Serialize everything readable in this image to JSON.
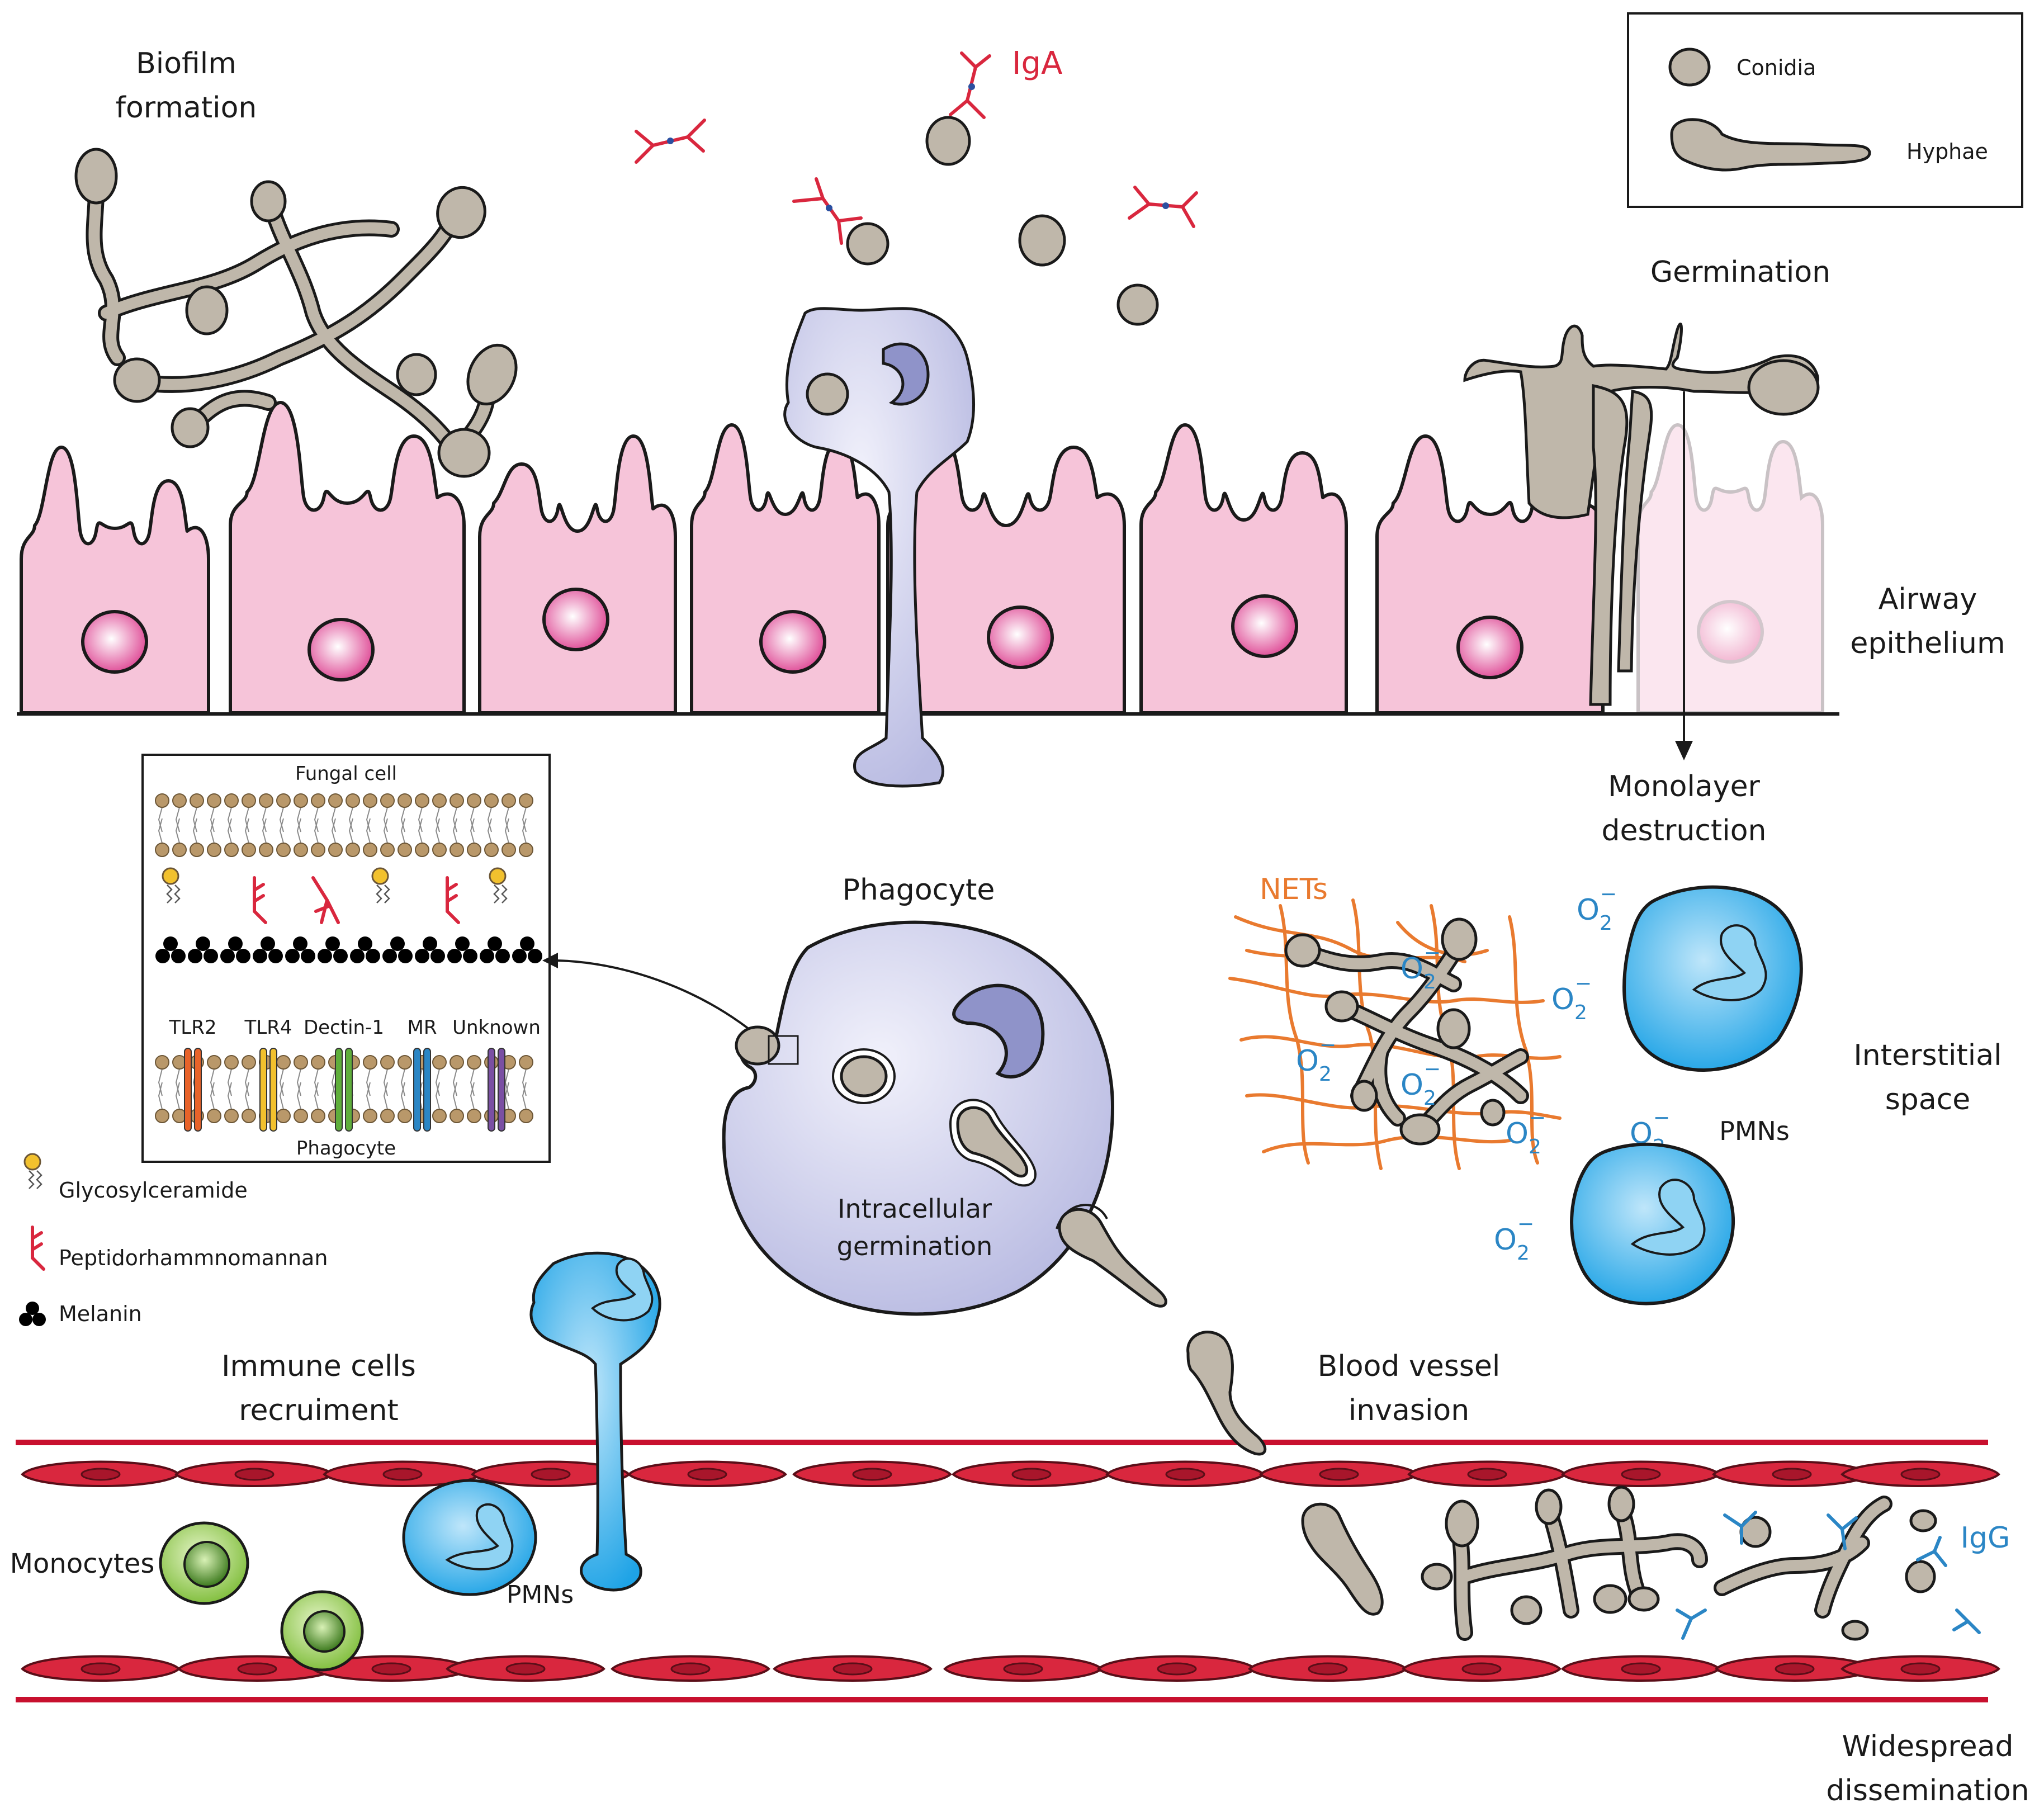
{
  "labels": {
    "biofilm_line1": "Biofilm",
    "biofilm_line2": "formation",
    "iga": "IgA",
    "germination": "Germination",
    "airway_line1": "Airway",
    "airway_line2": "epithelium",
    "monolayer_line1": "Monolayer",
    "monolayer_line2": "destruction",
    "phagocyte": "Phagocyte",
    "intracellular_line1": "Intracellular",
    "intracellular_line2": "germination",
    "nets": "NETs",
    "interstitial_line1": "Interstitial",
    "interstitial_line2": "space",
    "pmns_right": "PMNs",
    "immune_line1": "Immune cells",
    "immune_line2": "recruiment",
    "blood_line1": "Blood vessel",
    "blood_line2": "invasion",
    "monocytes": "Monocytes",
    "pmns_left": "PMNs",
    "igg": "IgG",
    "widespread_line1": "Widespread",
    "widespread_line2": "dissemination",
    "superoxide": "O",
    "superoxide_sub": "2",
    "superoxide_sup": "−"
  },
  "legend": {
    "conidia": "Conidia",
    "hyphae": "Hyphae"
  },
  "inset": {
    "top_title": "Fungal cell",
    "bottom_title": "Phagocyte",
    "receptors": [
      {
        "name": "TLR2",
        "color": "#e8632a"
      },
      {
        "name": "TLR4",
        "color": "#f2c12e"
      },
      {
        "name": "Dectin-1",
        "color": "#5fae3b"
      },
      {
        "name": "MR",
        "color": "#2b86c5"
      },
      {
        "name": "Unknown",
        "color": "#7a4fa3"
      }
    ]
  },
  "key": {
    "glycosylceramide": "Glycosylceramide",
    "peptidorhamnomannan": "Peptidorhammnomannan",
    "melanin": "Melanin"
  },
  "colors": {
    "fungus": "#bfb7aa",
    "epithelium": "#f6c4d9",
    "phagocyte": "#cfd0ec",
    "pmn": "#3fb0ea",
    "monocyte": "#8fc54a",
    "blood_vessel": "#c8102e",
    "nets": "#e97a2f",
    "antibody_iga": "#d9273e",
    "antibody_igg": "#2b86c5"
  }
}
